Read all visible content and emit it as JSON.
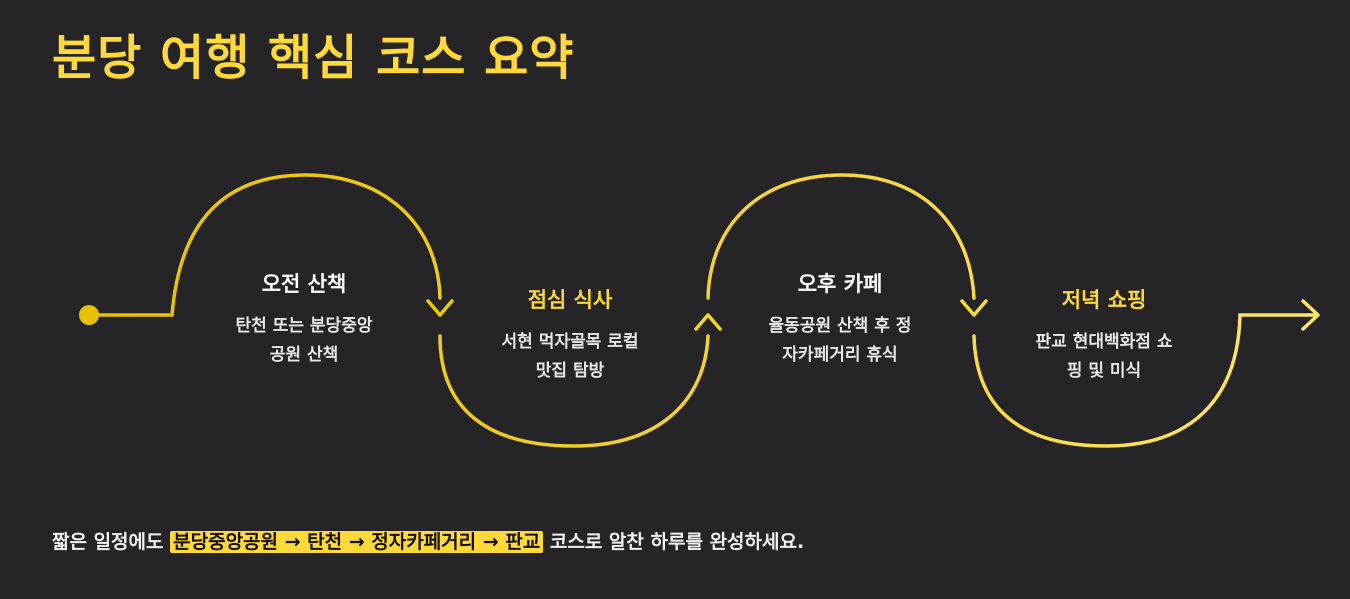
{
  "title": "분당 여행 핵심 코스 요약",
  "steps": [
    {
      "title": "오전 산책",
      "desc_lines": [
        "탄천 또는 분당중앙",
        "공원 산책"
      ]
    },
    {
      "title": "점심 식사",
      "desc_lines": [
        "서현 먹자골목 로컬",
        "맛집 탐방"
      ]
    },
    {
      "title": "오후 카페",
      "desc_lines": [
        "율동공원 산책 후 정",
        "자카페거리 휴식"
      ]
    },
    {
      "title": "저녁 쇼핑",
      "desc_lines": [
        "판교 현대백화점 쇼",
        "핑 및 미식"
      ]
    }
  ],
  "summary": {
    "prefix": "짧은 일정에도 ",
    "highlight": "분당중앙공원 → 탄천 → 정자카페거리 → 판교",
    "suffix": " 코스로 알찬 하루를 완성하세요."
  },
  "colors": {
    "background": "#252528",
    "accent": "#ffd83a",
    "path_start": "#e8c000",
    "path_end": "#ffe46a",
    "text": "#ffffff"
  },
  "icons": {
    "start": "start-dot-icon",
    "end": "end-arrow-icon",
    "step_arrow": "chevron-arrow-icon"
  }
}
